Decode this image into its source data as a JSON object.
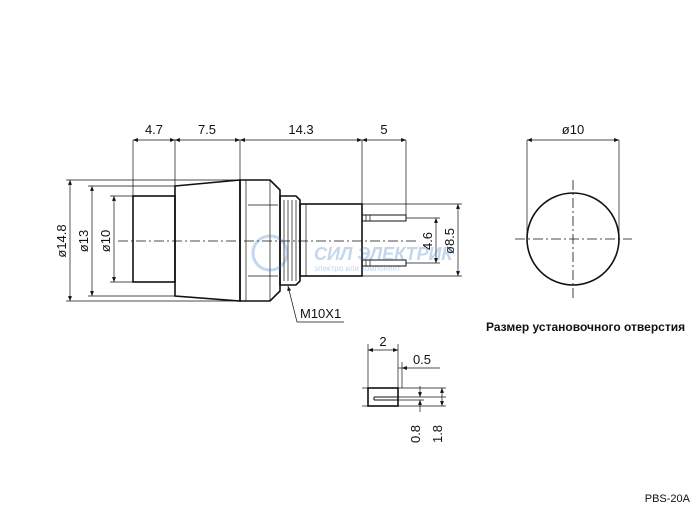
{
  "side_view": {
    "dims_top": [
      "4.7",
      "7.5",
      "14.3",
      "5"
    ],
    "dia_148": "ø14.8",
    "dia_13": "ø13",
    "dia_10": "ø10",
    "pin_46": "4.6",
    "dia_85": "ø8.5",
    "thread": "M10X1"
  },
  "hole_view": {
    "dia": "ø10",
    "caption": "Размер установочного отверстия"
  },
  "terminal_detail": {
    "width": "2",
    "gap": "0.5",
    "thickness": "0.8",
    "height": "1.8"
  },
  "watermark": {
    "title": "СИЛ ЭЛЕКТРИК",
    "subtitle": "электро или компонент"
  },
  "model_code": "PBS-20A"
}
